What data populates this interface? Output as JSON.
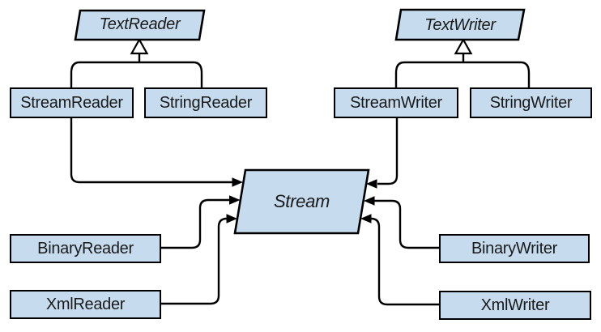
{
  "diagram": {
    "background": "#ffffff",
    "node_fill": "#c6dcee",
    "node_border": "#000000",
    "connector_color": "#000000",
    "nodes": {
      "text_reader": {
        "label": "TextReader",
        "abstract": true
      },
      "stream_reader": {
        "label": "StreamReader",
        "abstract": false
      },
      "string_reader": {
        "label": "StringReader",
        "abstract": false
      },
      "text_writer": {
        "label": "TextWriter",
        "abstract": true
      },
      "stream_writer": {
        "label": "StreamWriter",
        "abstract": false
      },
      "string_writer": {
        "label": "StringWriter",
        "abstract": false
      },
      "stream": {
        "label": "Stream",
        "abstract": true
      },
      "binary_reader": {
        "label": "BinaryReader",
        "abstract": false
      },
      "xml_reader": {
        "label": "XmlReader",
        "abstract": false
      },
      "binary_writer": {
        "label": "BinaryWriter",
        "abstract": false
      },
      "xml_writer": {
        "label": "XmlWriter",
        "abstract": false
      }
    },
    "edges": [
      {
        "from": "StreamReader",
        "to": "TextReader",
        "type": "inheritance"
      },
      {
        "from": "StringReader",
        "to": "TextReader",
        "type": "inheritance"
      },
      {
        "from": "StreamWriter",
        "to": "TextWriter",
        "type": "inheritance"
      },
      {
        "from": "StringWriter",
        "to": "TextWriter",
        "type": "inheritance"
      },
      {
        "from": "StreamReader",
        "to": "Stream",
        "type": "reference"
      },
      {
        "from": "BinaryReader",
        "to": "Stream",
        "type": "reference"
      },
      {
        "from": "XmlReader",
        "to": "Stream",
        "type": "reference"
      },
      {
        "from": "StreamWriter",
        "to": "Stream",
        "type": "reference"
      },
      {
        "from": "BinaryWriter",
        "to": "Stream",
        "type": "reference"
      },
      {
        "from": "XmlWriter",
        "to": "Stream",
        "type": "reference"
      }
    ]
  }
}
